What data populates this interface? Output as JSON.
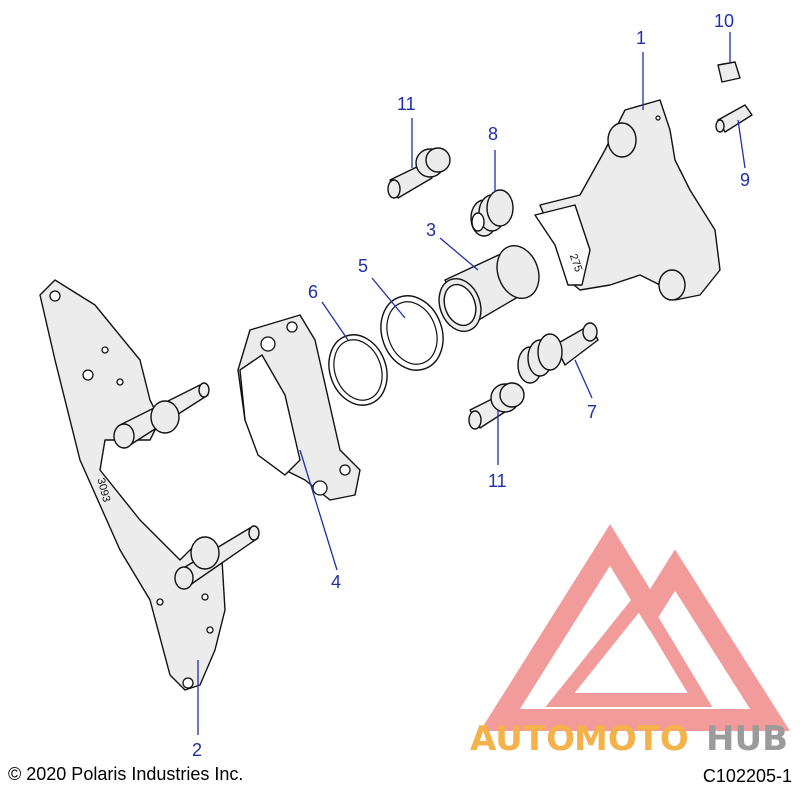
{
  "callouts": {
    "c1": "1",
    "c2": "2",
    "c3": "3",
    "c4": "4",
    "c5": "5",
    "c6": "6",
    "c7": "7",
    "c8": "8",
    "c9": "9",
    "c10": "10",
    "c11a": "11",
    "c11b": "11"
  },
  "stamps": {
    "bracket": "3093",
    "caliper": "275"
  },
  "watermark": {
    "part1": "AUTO",
    "part2": "MOTO",
    "part3": "HUB",
    "color_primary": "#f3b24a",
    "color_secondary": "#9b9b9b",
    "color_logo": "#e84b4b"
  },
  "footer": {
    "copyright": "© 2020 Polaris Industries Inc.",
    "diagram_code": "C102205-1"
  },
  "colors": {
    "callout": "#1f2fa8",
    "outline": "#111111",
    "part_fill": "#ececec"
  }
}
